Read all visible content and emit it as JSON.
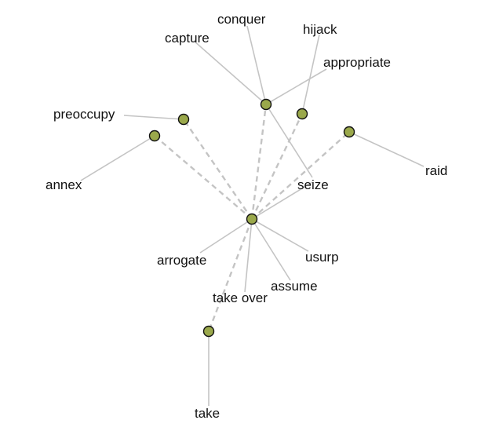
{
  "colors": {
    "node_fill": "#9aa84b",
    "node_stroke": "#111111",
    "edge": "#c4c4c4",
    "label": "#111111",
    "background": "#ffffff"
  },
  "graph": {
    "center": "take over",
    "words": [
      "preoccupy",
      "annex",
      "capture",
      "conquer",
      "hijack",
      "appropriate",
      "raid",
      "seize",
      "arrogate",
      "usurp",
      "assume",
      "take over",
      "take"
    ]
  }
}
